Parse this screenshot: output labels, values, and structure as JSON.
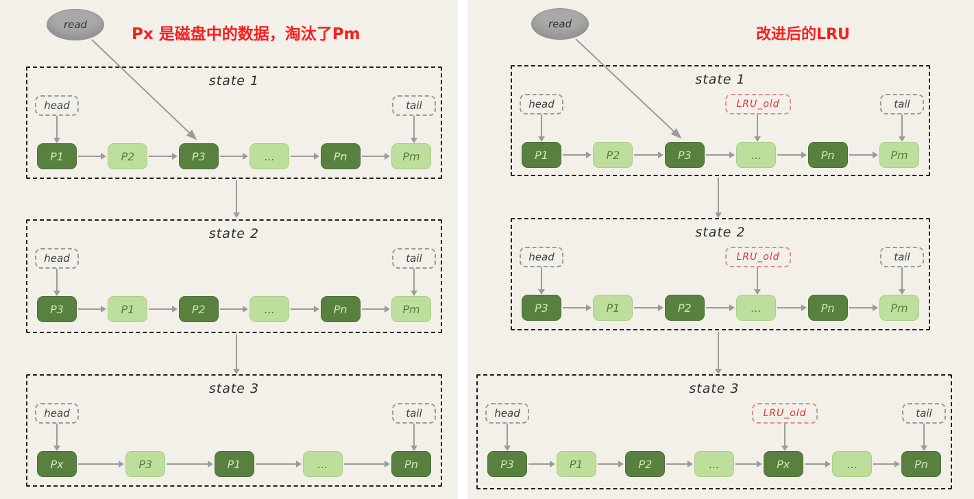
{
  "colors": {
    "background": "#f2f0e9",
    "node_dark_bg": "#588140",
    "node_dark_text": "#cde8b5",
    "node_light_bg": "#bede9b",
    "node_light_text": "#587e41",
    "arrow": "#9b9b9b",
    "state_border": "#1f1f1f",
    "pointer_border": "#9b9b9b",
    "pointer_text": "#3f3f3f",
    "lru_old_border": "#d98f8f",
    "lru_old_text": "#e23434",
    "title_red": "#fb1d1d",
    "read_bg": "#a9a9a9",
    "read_text": "#333333"
  },
  "left_panel": {
    "title": "Px 是磁盘中的数据，淘汰了Pm",
    "read_label": "read",
    "states": [
      {
        "label": "state 1",
        "head_label": "head",
        "tail_label": "tail",
        "nodes": [
          {
            "label": "P1",
            "tone": "dark"
          },
          {
            "label": "P2",
            "tone": "light"
          },
          {
            "label": "P3",
            "tone": "dark"
          },
          {
            "label": "...",
            "tone": "light"
          },
          {
            "label": "Pn",
            "tone": "dark"
          },
          {
            "label": "Pm",
            "tone": "light"
          }
        ]
      },
      {
        "label": "state 2",
        "head_label": "head",
        "tail_label": "tail",
        "nodes": [
          {
            "label": "P3",
            "tone": "dark"
          },
          {
            "label": "P1",
            "tone": "light"
          },
          {
            "label": "P2",
            "tone": "dark"
          },
          {
            "label": "...",
            "tone": "light"
          },
          {
            "label": "Pn",
            "tone": "dark"
          },
          {
            "label": "Pm",
            "tone": "light"
          }
        ]
      },
      {
        "label": "state 3",
        "head_label": "head",
        "tail_label": "tail",
        "nodes": [
          {
            "label": "Px",
            "tone": "dark"
          },
          {
            "label": "P3",
            "tone": "light"
          },
          {
            "label": "P1",
            "tone": "dark"
          },
          {
            "label": "...",
            "tone": "light"
          },
          {
            "label": "Pn",
            "tone": "dark"
          }
        ]
      }
    ]
  },
  "right_panel": {
    "title": "改进后的LRU",
    "read_label": "read",
    "states": [
      {
        "label": "state 1",
        "head_label": "head",
        "lru_old_label": "LRU_old",
        "tail_label": "tail",
        "nodes": [
          {
            "label": "P1",
            "tone": "dark"
          },
          {
            "label": "P2",
            "tone": "light"
          },
          {
            "label": "P3",
            "tone": "dark"
          },
          {
            "label": "...",
            "tone": "light"
          },
          {
            "label": "Pn",
            "tone": "dark"
          },
          {
            "label": "Pm",
            "tone": "light"
          }
        ]
      },
      {
        "label": "state 2",
        "head_label": "head",
        "lru_old_label": "LRU_old",
        "tail_label": "tail",
        "nodes": [
          {
            "label": "P3",
            "tone": "dark"
          },
          {
            "label": "P1",
            "tone": "light"
          },
          {
            "label": "P2",
            "tone": "dark"
          },
          {
            "label": "...",
            "tone": "light"
          },
          {
            "label": "Pn",
            "tone": "dark"
          },
          {
            "label": "Pm",
            "tone": "light"
          }
        ]
      },
      {
        "label": "state 3",
        "head_label": "head",
        "lru_old_label": "LRU_old",
        "tail_label": "tail",
        "nodes": [
          {
            "label": "P3",
            "tone": "dark"
          },
          {
            "label": "P1",
            "tone": "light"
          },
          {
            "label": "P2",
            "tone": "dark"
          },
          {
            "label": "...",
            "tone": "light"
          },
          {
            "label": "Px",
            "tone": "dark"
          },
          {
            "label": "...",
            "tone": "light"
          },
          {
            "label": "Pn",
            "tone": "dark"
          }
        ]
      }
    ]
  }
}
